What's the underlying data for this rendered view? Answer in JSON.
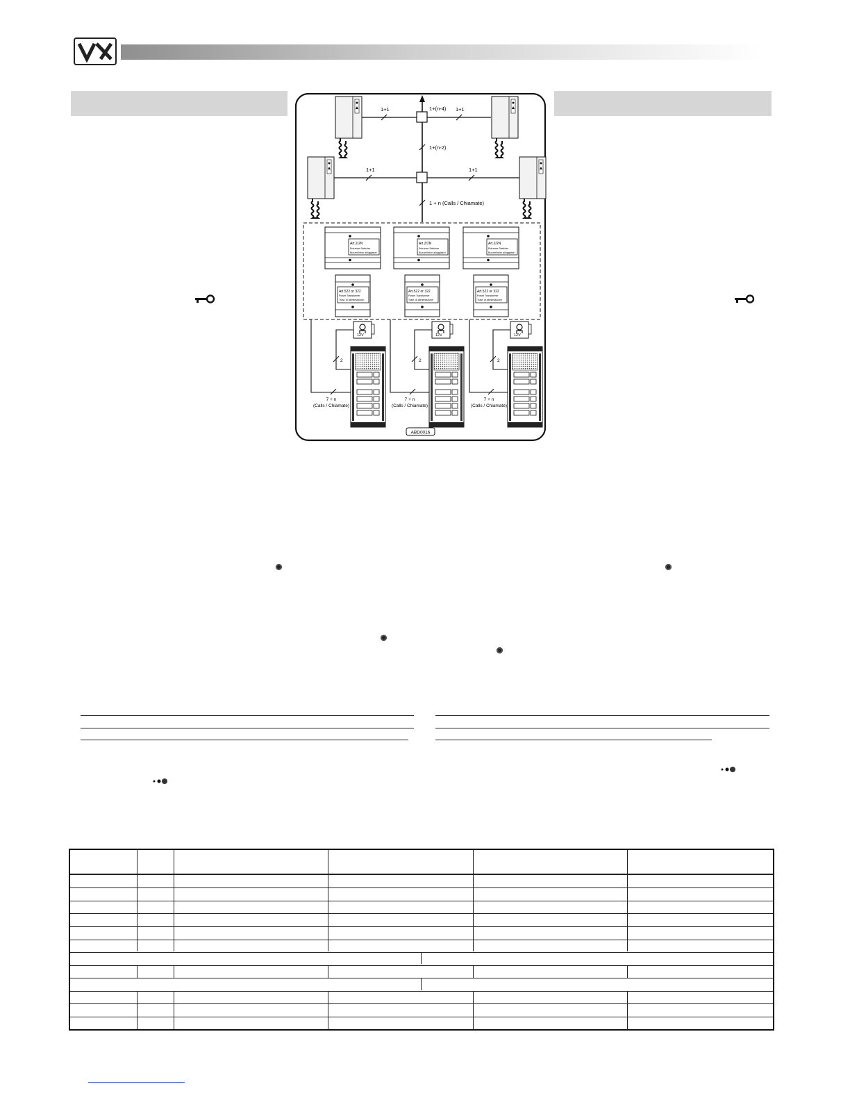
{
  "header": {
    "logo_text": "VX"
  },
  "diagram": {
    "reference_code": "ABD0016",
    "riser_labels": {
      "top": "1+(n-4)",
      "middle": "1+(n-2)",
      "bottom": "1 + n (Calls / Chiamate)"
    },
    "branch_labels": {
      "upper_left": "1+1",
      "upper_right": "1+1",
      "lower_left": "1+1",
      "lower_right": "1+1"
    },
    "module_upper_label": "Art.2/2N",
    "module_upper_sub1": "Entrance Switcher",
    "module_upper_sub2": "Buzzer/Infon alloggiatori",
    "module_lower_label": "Art.522 or 322",
    "module_lower_sub1": "Power Transformer",
    "module_lower_sub2": "Trasf. di alimentazione",
    "lock_label": "12V",
    "panel_wire_label": "2",
    "panel_bus_label": "7 + n",
    "panel_bus_sublabel": "(Calls / Chiamate)"
  }
}
